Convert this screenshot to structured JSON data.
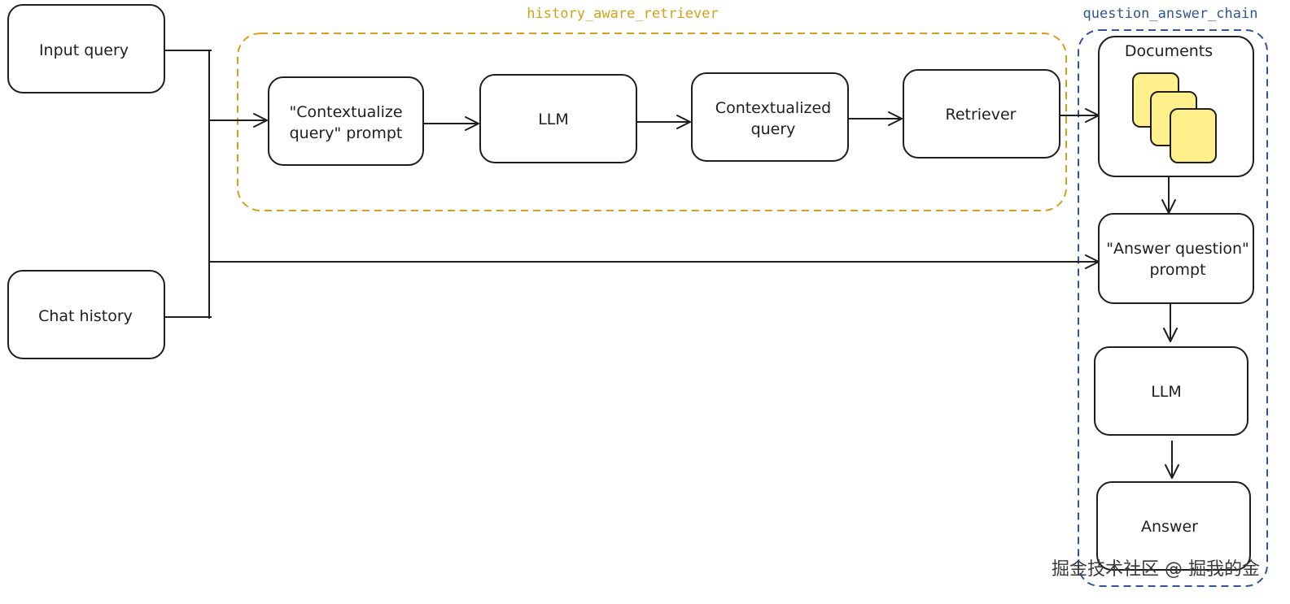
{
  "groups": {
    "history_aware_retriever": {
      "label": "history_aware_retriever",
      "color": "#d4a017"
    },
    "question_answer_chain": {
      "label": "question_answer_chain",
      "color": "#2f5597"
    }
  },
  "nodes": {
    "input_query": {
      "line1": "Input query",
      "line2": ""
    },
    "chat_history": {
      "line1": "Chat history",
      "line2": ""
    },
    "contextualize_prompt": {
      "line1": "\"Contextualize",
      "line2": "query\" prompt"
    },
    "llm_retriever": {
      "line1": "LLM",
      "line2": ""
    },
    "contextualized_query": {
      "line1": "Contextualized",
      "line2": "query"
    },
    "retriever": {
      "line1": "Retriever",
      "line2": ""
    },
    "documents": {
      "line1": "Documents",
      "line2": ""
    },
    "answer_prompt": {
      "line1": "\"Answer question\"",
      "line2": "prompt"
    },
    "llm_answer": {
      "line1": "LLM",
      "line2": ""
    },
    "answer": {
      "line1": "Answer",
      "line2": ""
    }
  },
  "colors": {
    "document_fill": "#fff08c",
    "stroke": "#1e1e1e"
  },
  "watermark": "掘金技术社区 @ 掘我的金"
}
